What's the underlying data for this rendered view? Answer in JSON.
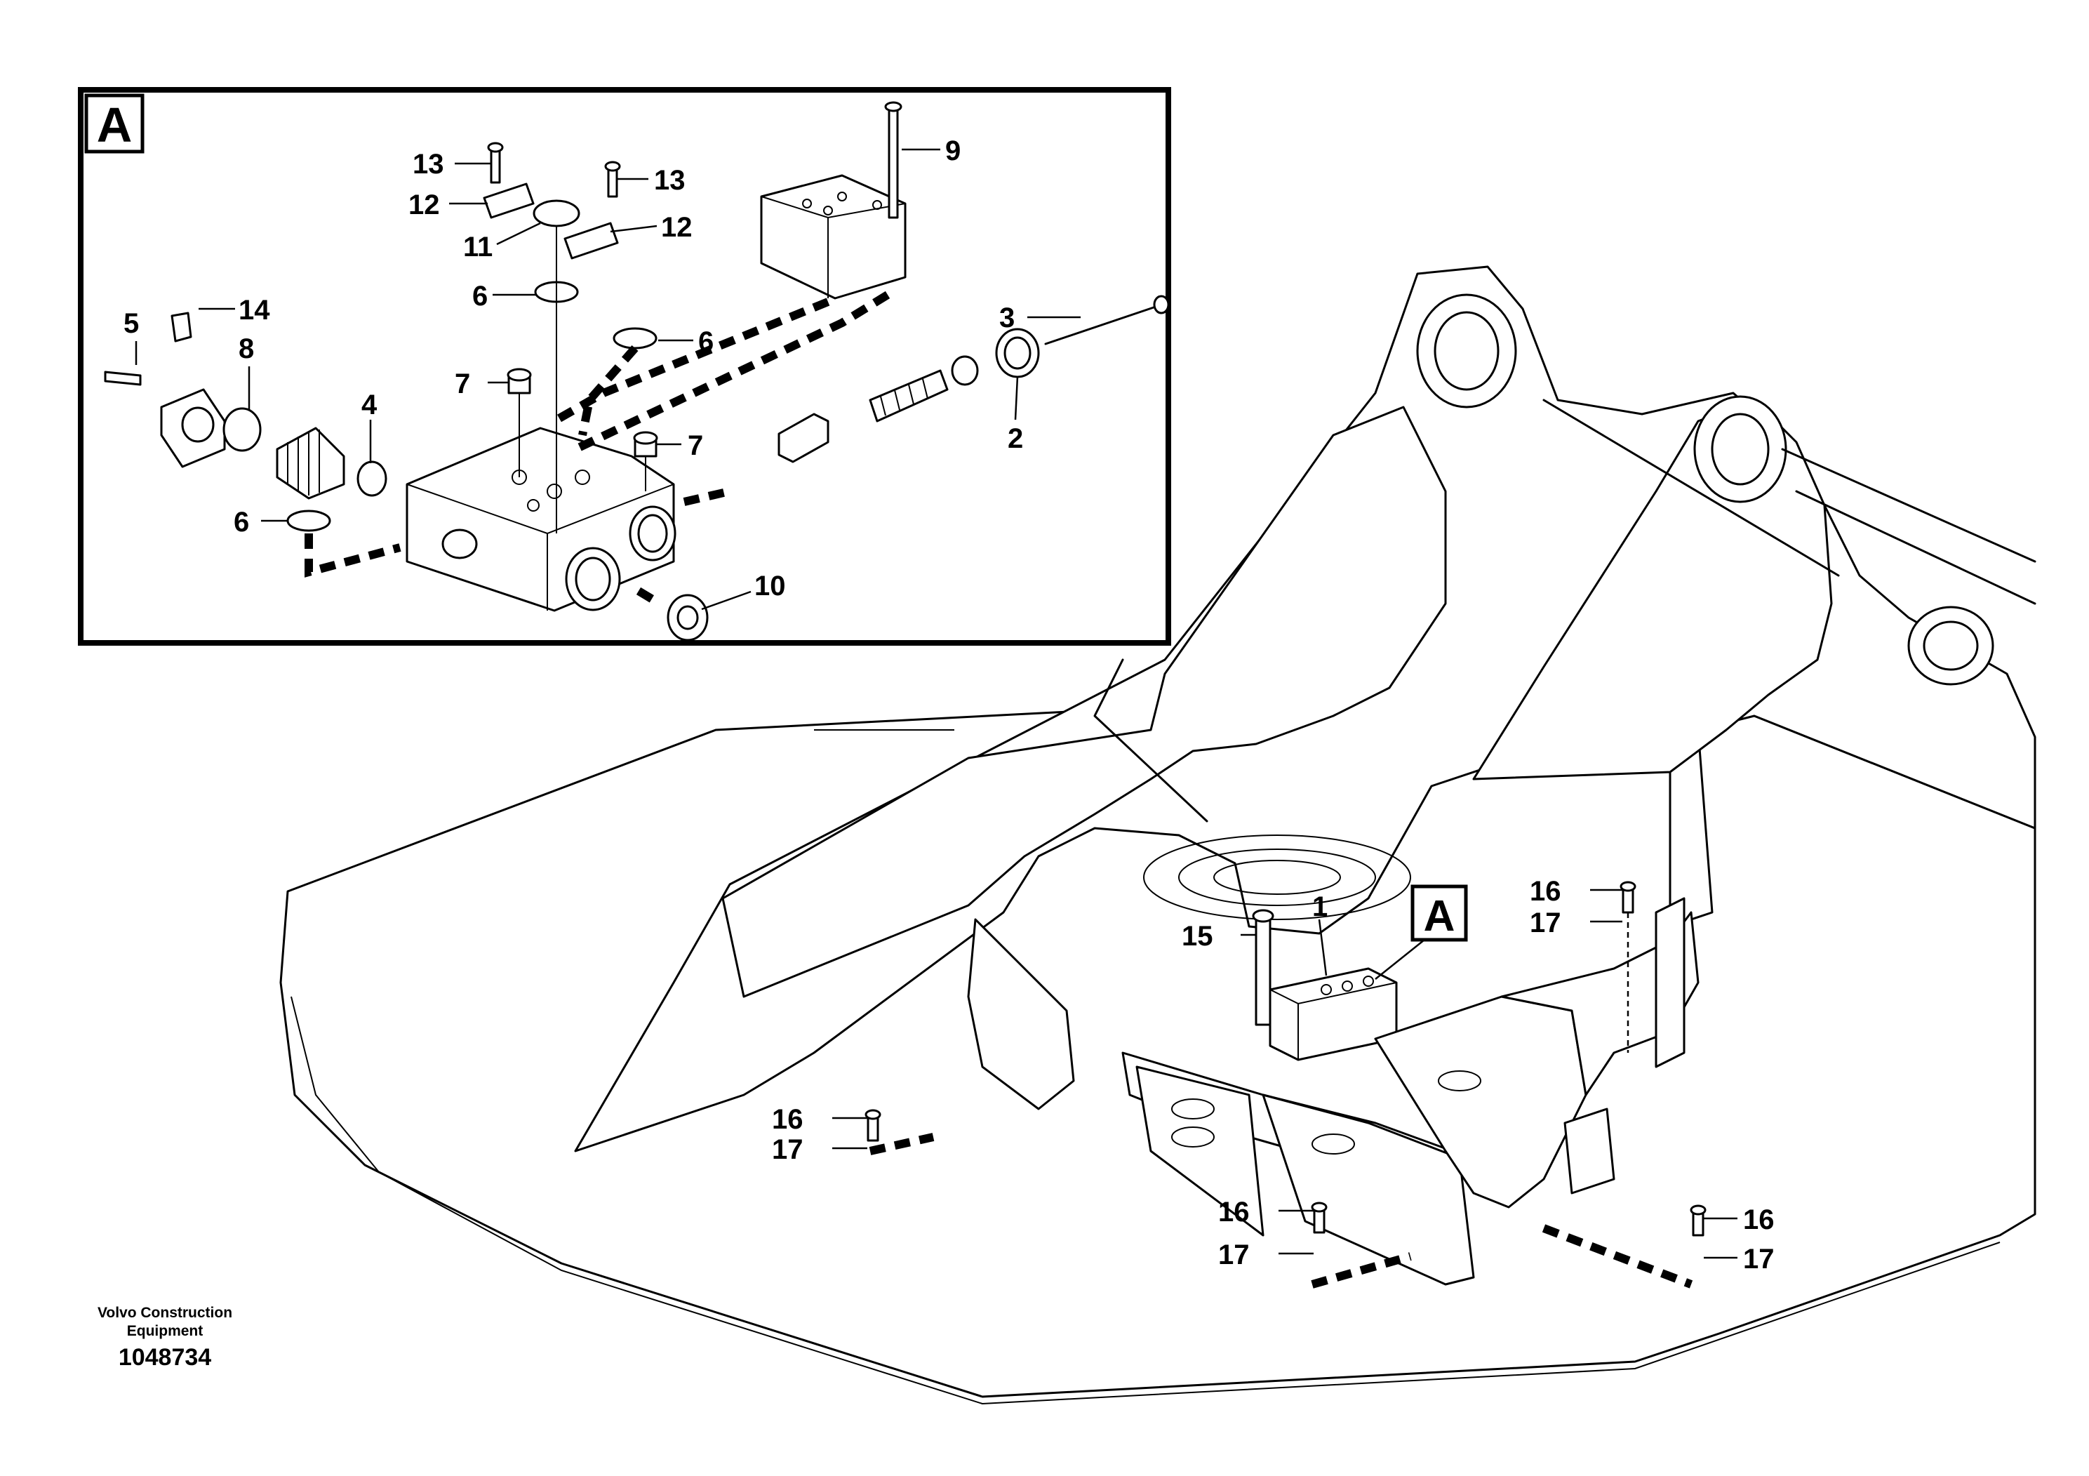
{
  "inset": {
    "letter": "A"
  },
  "detail_marker": {
    "letter": "A"
  },
  "callouts_inset": [
    {
      "id": "c13a",
      "text": "13"
    },
    {
      "id": "c13b",
      "text": "13"
    },
    {
      "id": "c12a",
      "text": "12"
    },
    {
      "id": "c12b",
      "text": "12"
    },
    {
      "id": "c11",
      "text": "11"
    },
    {
      "id": "c9",
      "text": "9"
    },
    {
      "id": "c5",
      "text": "5"
    },
    {
      "id": "c14",
      "text": "14"
    },
    {
      "id": "c8",
      "text": "8"
    },
    {
      "id": "c6a",
      "text": "6"
    },
    {
      "id": "c6b",
      "text": "6"
    },
    {
      "id": "c6c",
      "text": "6"
    },
    {
      "id": "c3",
      "text": "3"
    },
    {
      "id": "c7a",
      "text": "7"
    },
    {
      "id": "c7b",
      "text": "7"
    },
    {
      "id": "c4",
      "text": "4"
    },
    {
      "id": "c2",
      "text": "2"
    },
    {
      "id": "c10",
      "text": "10"
    }
  ],
  "callouts_main": [
    {
      "id": "m1",
      "text": "1"
    },
    {
      "id": "m15",
      "text": "15"
    },
    {
      "id": "m16a",
      "text": "16"
    },
    {
      "id": "m17a",
      "text": "17"
    },
    {
      "id": "m16b",
      "text": "16"
    },
    {
      "id": "m17b",
      "text": "17"
    },
    {
      "id": "m16c",
      "text": "16"
    },
    {
      "id": "m17c",
      "text": "17"
    },
    {
      "id": "m16d",
      "text": "16"
    },
    {
      "id": "m17d",
      "text": "17"
    }
  ],
  "footer": {
    "company_line1": "Volvo Construction",
    "company_line2": "Equipment",
    "drawing_number": "1048734"
  }
}
